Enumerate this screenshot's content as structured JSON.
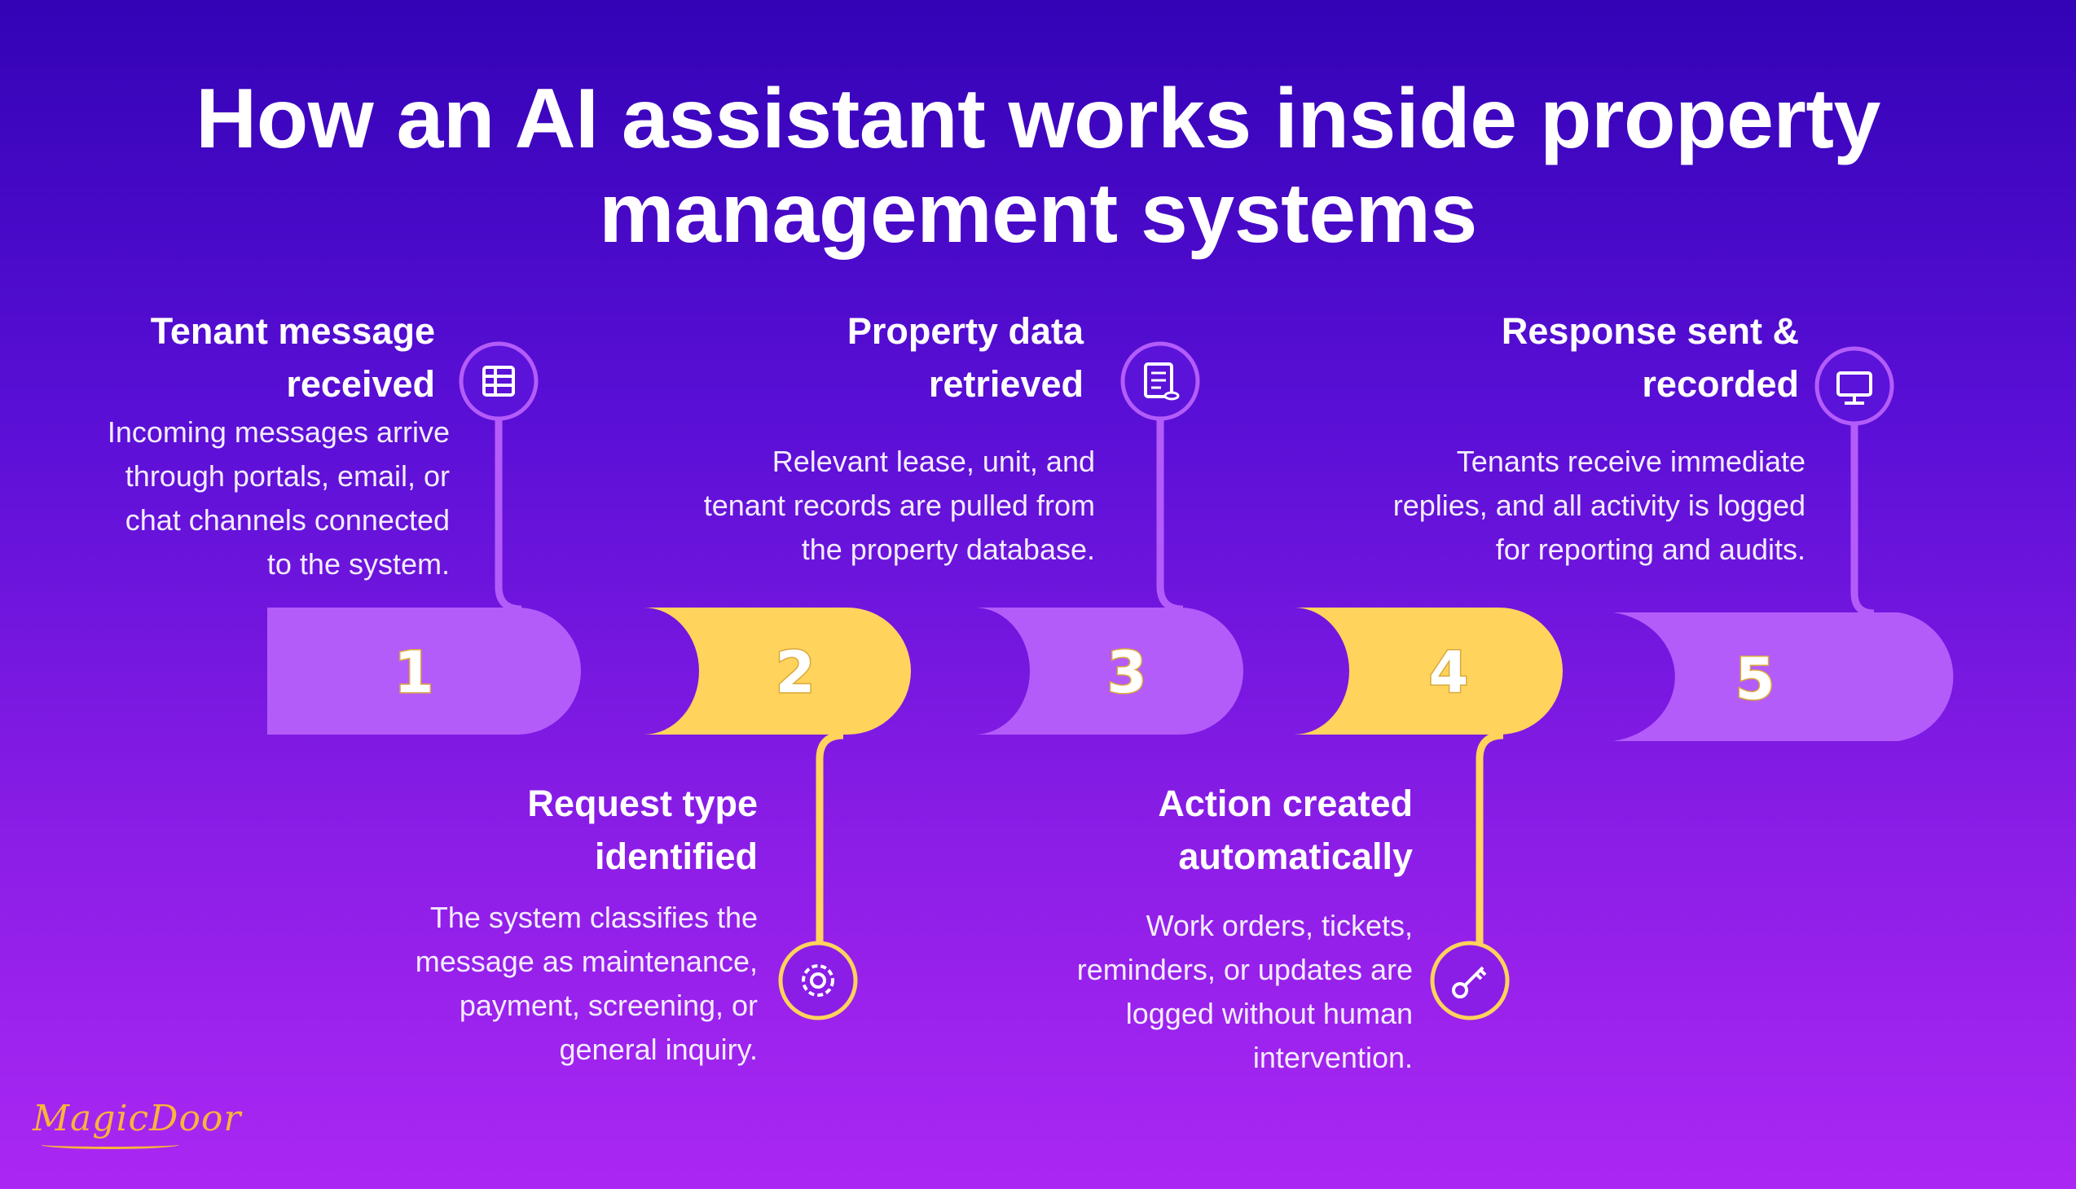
{
  "title": {
    "line1": "How an AI assistant works inside property",
    "line2": "management systems"
  },
  "colors": {
    "purple_step": "#b45cfa",
    "yellow_step": "#ffd35c",
    "background_top": "#3303b6",
    "background_bottom": "#ab27f3"
  },
  "steps": [
    {
      "number": "1",
      "title_line1": "Tenant message",
      "title_line2": "received",
      "desc": [
        "Incoming messages arrive",
        "through portals, email, or",
        "chat channels connected",
        "to the system."
      ],
      "icon": "document-list-icon"
    },
    {
      "number": "2",
      "title_line1": "Request type",
      "title_line2": "identified",
      "desc": [
        "The system classifies the",
        "message as maintenance,",
        "payment, screening, or",
        "general inquiry."
      ],
      "icon": "gear-icon"
    },
    {
      "number": "3",
      "title_line1": "Property data",
      "title_line2": "retrieved",
      "desc": [
        "Relevant lease, unit, and",
        "tenant records are pulled from",
        "the property database."
      ],
      "icon": "database-document-icon"
    },
    {
      "number": "4",
      "title_line1": "Action created",
      "title_line2": "automatically",
      "desc": [
        "Work orders, tickets,",
        "reminders, or updates are",
        "logged without human",
        "intervention."
      ],
      "icon": "key-icon"
    },
    {
      "number": "5",
      "title_line1": "Response sent &",
      "title_line2": "recorded",
      "desc": [
        "Tenants receive immediate",
        "replies, and all activity is logged",
        "for reporting and audits."
      ],
      "icon": "monitor-icon"
    }
  ],
  "logo": {
    "text": "MagicDoor"
  }
}
